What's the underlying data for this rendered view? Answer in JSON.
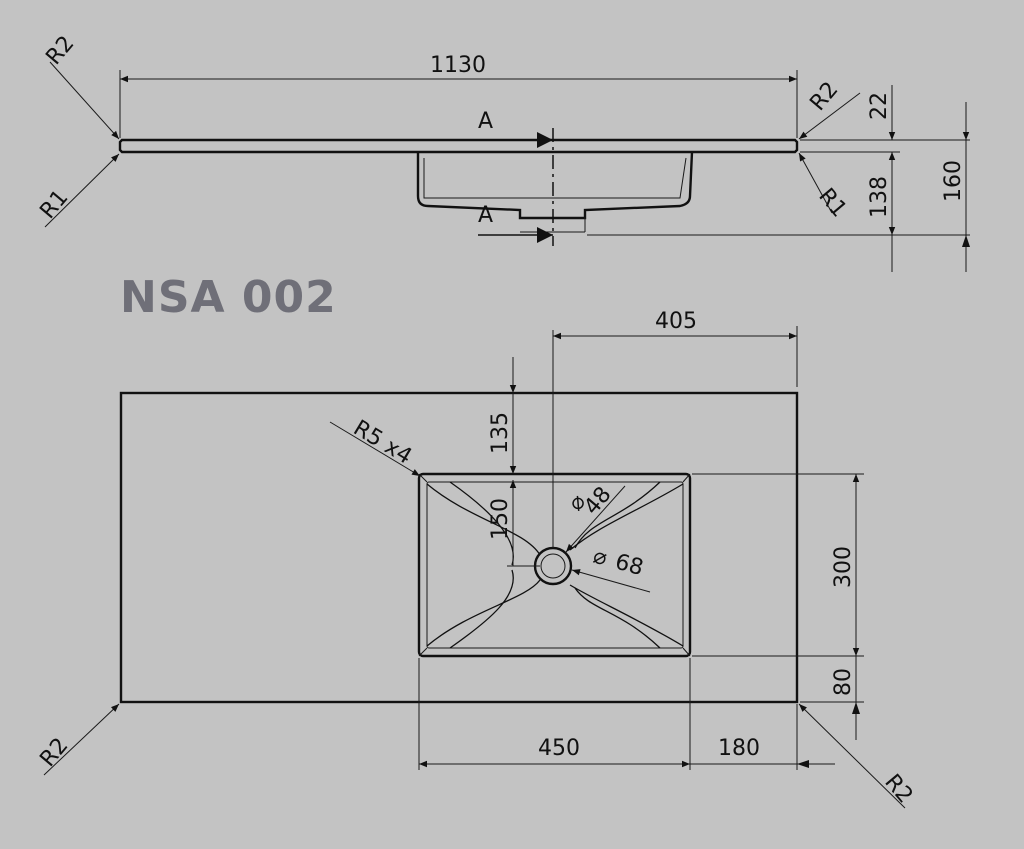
{
  "title": "NSA 002",
  "colors": {
    "background": "#c3c3c3",
    "line": "#111111",
    "title": "#6f6f78"
  },
  "side_view": {
    "overall_width": "1130",
    "section_mark_top": "A",
    "section_mark_bottom": "A",
    "radius_top_left": "R2",
    "radius_bottom_left": "R1",
    "radius_top_right": "R2",
    "radius_bottom_right": "R1",
    "thickness": "22",
    "basin_depth": "138",
    "total_height": "160"
  },
  "plan_view": {
    "drain_offset_right": "405",
    "basin_offset_top": "135",
    "corner_radius_note": "R5 x4",
    "drain_offset_in_basin": "150",
    "drain_diameter_inner": "48",
    "drain_diameter_outer": "68",
    "basin_depth_plan": "300",
    "front_margin": "80",
    "basin_width": "450",
    "right_margin": "180",
    "radius_bottom_left": "R2",
    "radius_bottom_right": "R2"
  }
}
